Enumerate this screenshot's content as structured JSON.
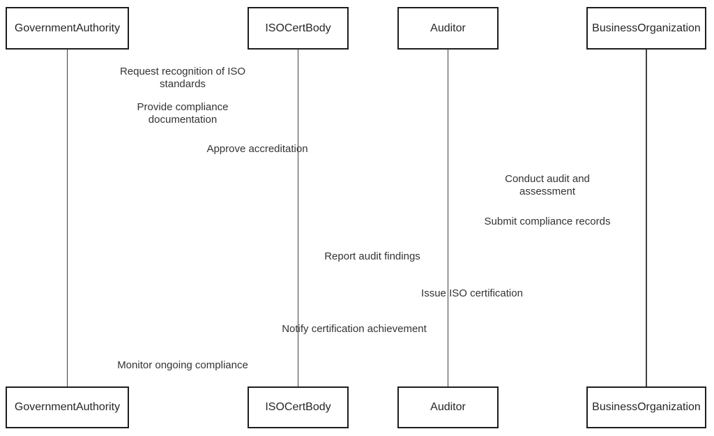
{
  "diagram": {
    "type": "sequence-diagram",
    "participants": [
      {
        "label": "GovernmentAuthority"
      },
      {
        "label": "ISOCertBody"
      },
      {
        "label": "Auditor"
      },
      {
        "label": "BusinessOrganization"
      }
    ],
    "messages": [
      {
        "text": "Request recognition of ISO\nstandards"
      },
      {
        "text": "Provide compliance\ndocumentation"
      },
      {
        "text": "Approve accreditation"
      },
      {
        "text": "Conduct audit and\nassessment"
      },
      {
        "text": "Submit compliance records"
      },
      {
        "text": "Report audit findings"
      },
      {
        "text": "Issue ISO certification"
      },
      {
        "text": "Notify certification achievement"
      },
      {
        "text": "Monitor ongoing compliance"
      }
    ],
    "colors": {
      "background": "#ffffff",
      "box_border": "#1d1d1d",
      "box_fill": "#ffffff",
      "text": "#333333",
      "lifeline": "#3f3f3f"
    }
  }
}
